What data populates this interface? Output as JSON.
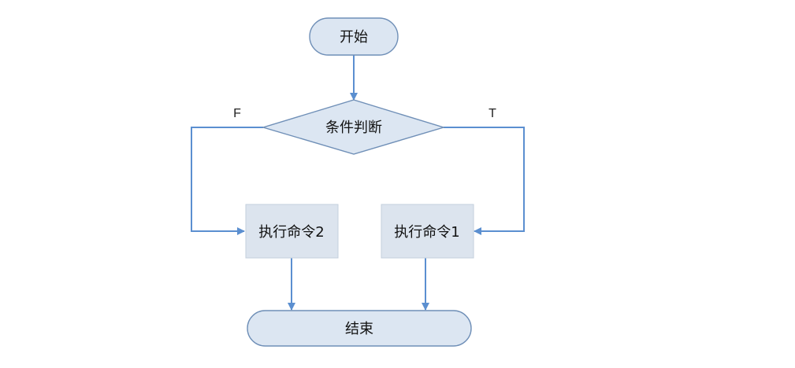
{
  "flowchart": {
    "start": "开始",
    "condition": "条件判断",
    "false_label": "F",
    "true_label": "T",
    "command2": "执行命令2",
    "command1": "执行命令1",
    "end": "结束"
  },
  "colors": {
    "rounded_fill": "#dce6f2",
    "rounded_stroke": "#6f8fb7",
    "box_fill": "#dce4ee",
    "box_stroke": "#c3cfdc",
    "arrow": "#5b8fd0"
  }
}
